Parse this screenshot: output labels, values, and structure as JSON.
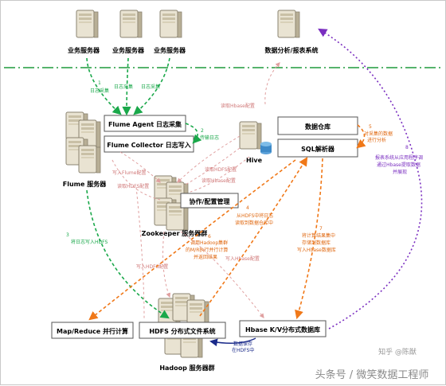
{
  "servers": {
    "biz1": "业务服务器",
    "biz2": "业务服务器",
    "biz3": "业务服务器",
    "report": "数据分析/报表系统",
    "flume": "Flume 服务器",
    "zookeeper": "Zookeeper 服务器群",
    "hive": "Hive",
    "hadoop": "Hadoop 服务器群"
  },
  "boxes": {
    "flume_agent": "Flume Agent 日志采集",
    "flume_collector": "Flume Collector 日志写入",
    "data_warehouse": "数据仓库",
    "sql_parser": "SQL解析器",
    "coord": "协作/配置管理",
    "mapreduce": "Map/Reduce 并行计算",
    "hdfs": "HDFS 分布式文件系统",
    "hbase": "Hbase K/V分布式数据库"
  },
  "steps": {
    "s1a": "1",
    "s1b": "日志采集",
    "s1c": "日志采集",
    "s1d": "日志采集",
    "s2a": "2",
    "s2b": "传输日志",
    "s3a": "3",
    "s3b": "将日志写入HDFS",
    "s4a": "4",
    "s4b": "从HDFS中将日志",
    "s4c": "读取到数据仓库中",
    "s5a": "5",
    "s5b": "对采集的数据",
    "s5c": "进行分析",
    "s6a": "6",
    "s6b": "调用Hadoop集群",
    "s6c": "的M/R执行并行计算",
    "s6d": "并返回结果",
    "s7a": "7",
    "s7b": "将计算结果集中",
    "s7c": "存储到数据库",
    "s7d": "写入Hbase数据库",
    "s8a": "8",
    "s8b": "报表系统从应用程序调",
    "s8c": "通过Hbase提取数据",
    "s8d": "并展现"
  },
  "config_labels": {
    "c1": "读取Hbase配置",
    "c2": "写入Flume配置",
    "c3": "读取HDFS配置",
    "c4": "读取HDFS配置",
    "c5": "读取Hbase配置",
    "c6": "写入HDFS配置",
    "c7": "写入Hbase配置",
    "c8": "数据保存",
    "c9": "在HDFS中"
  },
  "watermark": "头条号 / 微笑数据工程师",
  "watermark2": "知乎 @陈猷",
  "colors": {
    "green": "#1aa84a",
    "orange": "#f07818",
    "purple": "#7a2ec0",
    "pink": "#e8a0a0",
    "navy": "#1a2a8a",
    "dashline": "#1e9a3c"
  }
}
